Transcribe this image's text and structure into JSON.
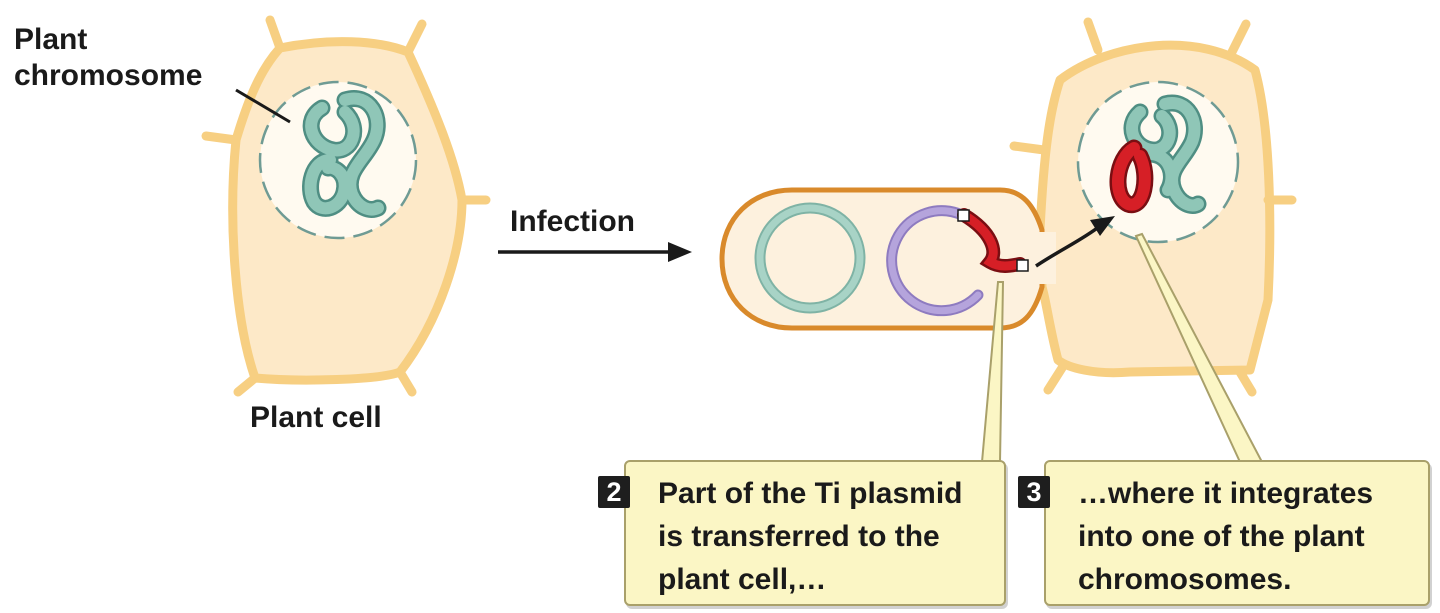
{
  "labels": {
    "plant_chromosome": [
      "Plant",
      "chromosome"
    ],
    "plant_cell": "Plant cell",
    "infection": "Infection"
  },
  "callouts": [
    {
      "step": "2",
      "lines": [
        "Part of the Ti plasmid",
        "is transferred to the",
        "plant cell,…"
      ]
    },
    {
      "step": "3",
      "lines": [
        "…where it integrates",
        "into one of the plant",
        "chromosomes."
      ]
    }
  ],
  "colors": {
    "cell_fill": "#fde9c8",
    "cell_wall": "#f7cf82",
    "nucleus_fill": "#fffaf0",
    "nucleus_border": "#6f9b94",
    "chromosome": "#8fc6b7",
    "chromosome_edge": "#4f8e83",
    "bacterium_fill": "#fdf1de",
    "bacterium_border": "#d98a2b",
    "bacterial_chromosome": "#a8d3c6",
    "ti_plasmid": "#b5a4dc",
    "t_dna": "#d61f26",
    "callout_fill": "#fbf6c5",
    "callout_border": "#a9a06a"
  }
}
